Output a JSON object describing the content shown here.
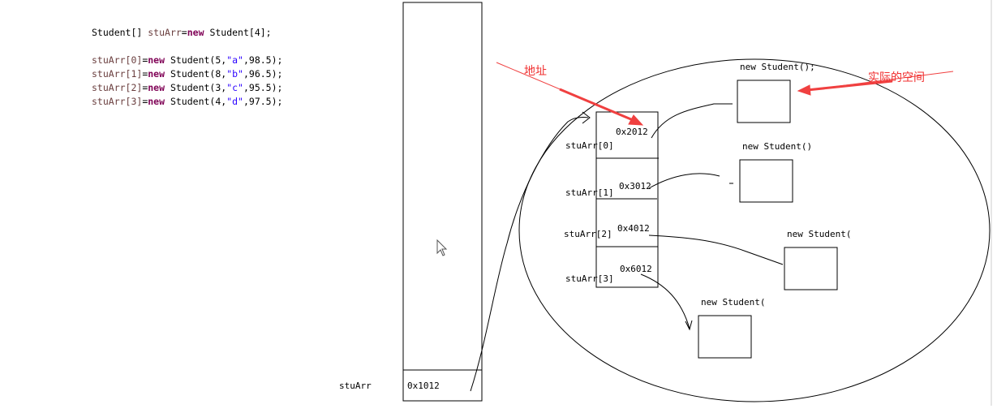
{
  "code": {
    "decl": {
      "type": "Student[] ",
      "var": "stuArr",
      "eq": "=",
      "kw": "new",
      "rest": " Student[4];"
    },
    "lines": [
      {
        "lhs": "stuArr[0]",
        "eq": "=",
        "kw": "new",
        "call": " Student(5,",
        "str": "\"a\"",
        "end": ",98.5);"
      },
      {
        "lhs": "stuArr[1]",
        "eq": "=",
        "kw": "new",
        "call": " Student(8,",
        "str": "\"b\"",
        "end": ",96.5);"
      },
      {
        "lhs": "stuArr[2]",
        "eq": "=",
        "kw": "new",
        "call": " Student(3,",
        "str": "\"c\"",
        "end": ",95.5);"
      },
      {
        "lhs": "stuArr[3]",
        "eq": "=",
        "kw": "new",
        "call": " Student(4,",
        "str": "\"d\"",
        "end": ",97.5);"
      }
    ]
  },
  "stack": {
    "var_label": "stuArr",
    "address": "0x1012"
  },
  "array": {
    "cells": [
      {
        "label": "stuArr[0]",
        "address": "0x2012"
      },
      {
        "label": "stuArr[1]",
        "address": "0x3012"
      },
      {
        "label": "stuArr[2]",
        "address": "0x4012"
      },
      {
        "label": "stuArr[3]",
        "address": "0x6012"
      }
    ]
  },
  "objects": [
    "new Student();",
    "new Student()",
    "new Student(",
    "new Student("
  ],
  "annotations": {
    "address": "地址",
    "actual_space": "实际的空间"
  },
  "colors": {
    "annotation": "#f03030"
  }
}
